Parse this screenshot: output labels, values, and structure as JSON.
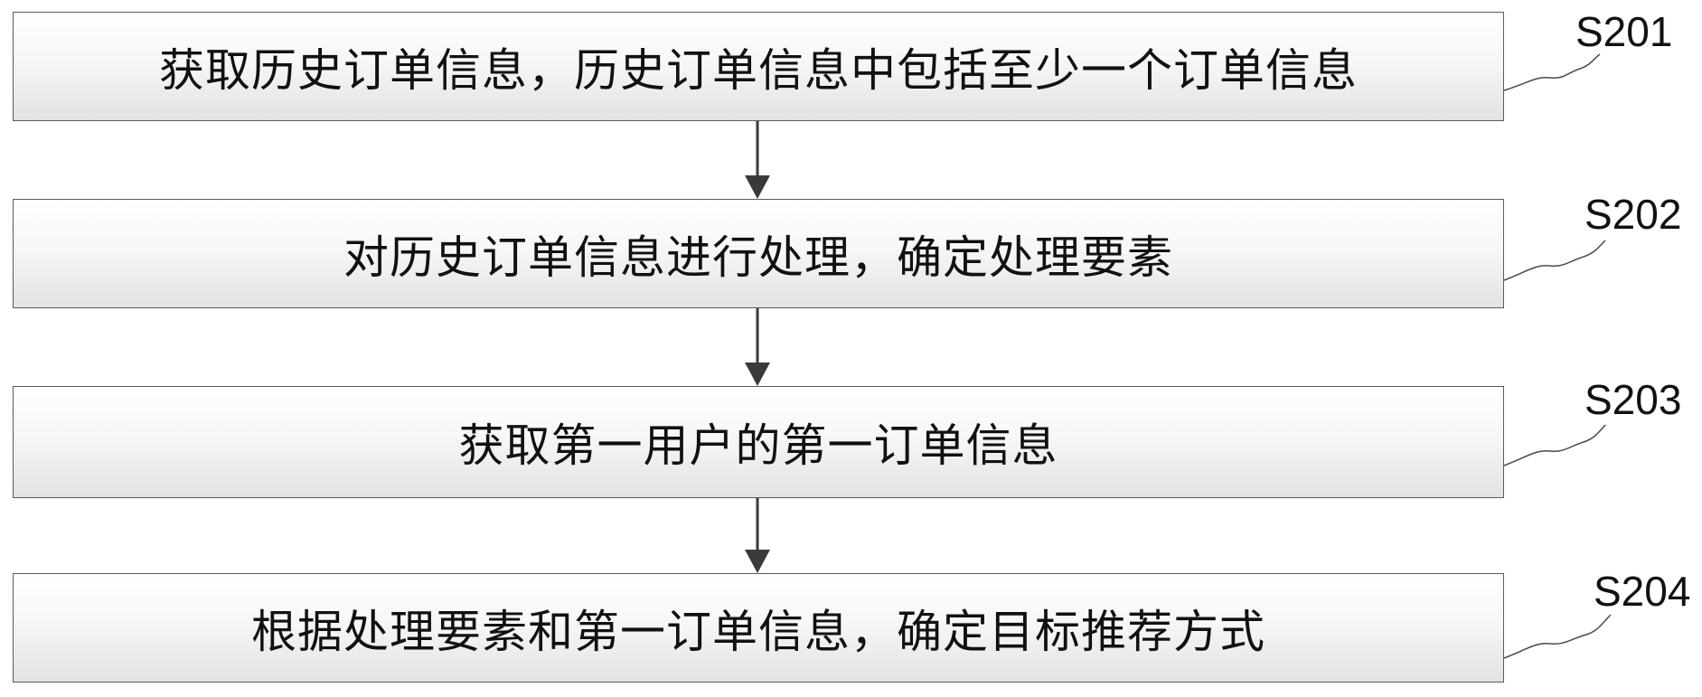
{
  "steps": [
    {
      "id": "S201",
      "text": "获取历史订单信息，历史订单信息中包括至少一个订单信息"
    },
    {
      "id": "S202",
      "text": "对历史订单信息进行处理，确定处理要素"
    },
    {
      "id": "S203",
      "text": "获取第一用户的第一订单信息"
    },
    {
      "id": "S204",
      "text": "根据处理要素和第一订单信息，确定目标推荐方式"
    }
  ]
}
